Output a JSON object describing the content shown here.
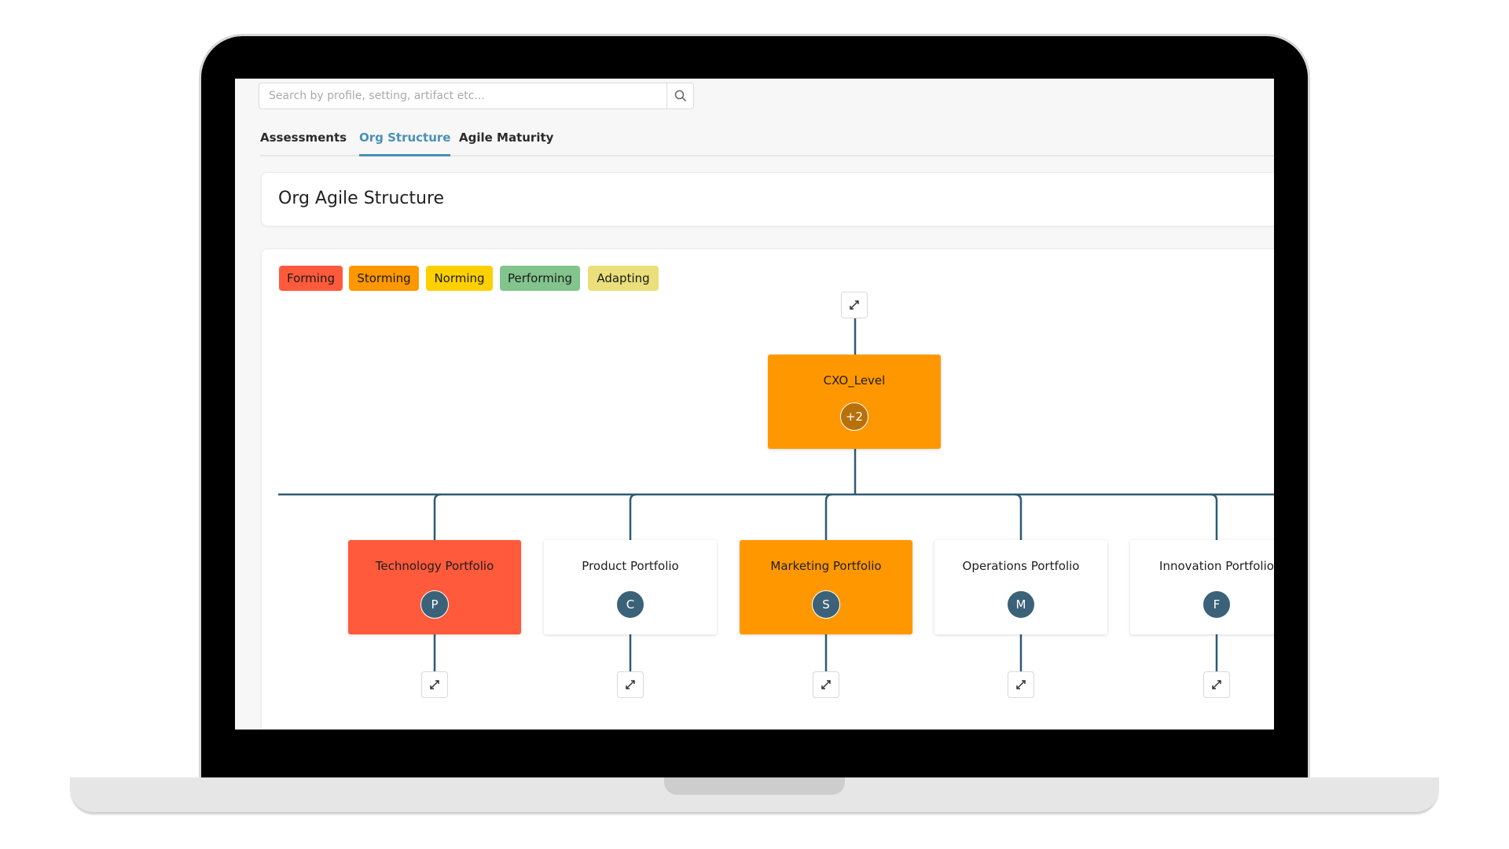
{
  "search": {
    "placeholder": "Search by profile, setting, artifact etc...",
    "icon": "search-icon"
  },
  "tabs": [
    {
      "label": "Assessments",
      "active": false
    },
    {
      "label": "Org Structure",
      "active": true
    },
    {
      "label": "Agile Maturity",
      "active": false
    }
  ],
  "page_title": "Org Agile Structure",
  "legend": [
    {
      "label": "Forming",
      "color": "#ff5a3c"
    },
    {
      "label": "Storming",
      "color": "#ff9800"
    },
    {
      "label": "Norming",
      "color": "#ffd000"
    },
    {
      "label": "Performing",
      "color": "#82c48c"
    },
    {
      "label": "Adapting",
      "color": "#eadf7a"
    }
  ],
  "root": {
    "label": "CXO_Level",
    "badge": "+2",
    "color": "#ff9800"
  },
  "children": [
    {
      "label": "Technology Portfolio",
      "initial": "P",
      "color": "#ff5a3c"
    },
    {
      "label": "Product Portfolio",
      "initial": "C",
      "color": "#ffffff"
    },
    {
      "label": "Marketing Portfolio",
      "initial": "S",
      "color": "#ff9800"
    },
    {
      "label": "Operations Portfolio",
      "initial": "M",
      "color": "#ffffff"
    },
    {
      "label": "Innovation Portfolio",
      "initial": "F",
      "color": "#ffffff"
    }
  ],
  "colors": {
    "connector": "#2f5a73",
    "accent": "#4a90b8"
  }
}
